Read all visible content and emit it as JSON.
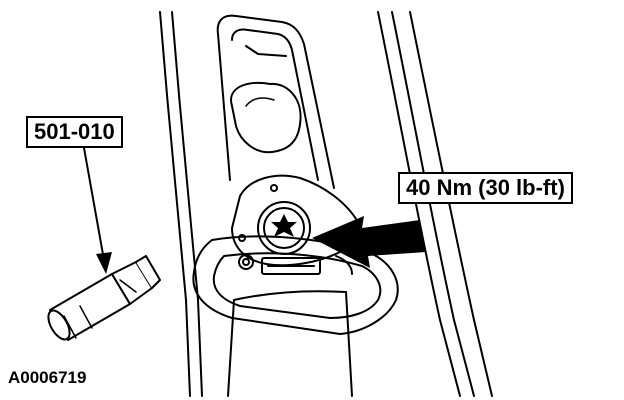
{
  "callouts": {
    "tool_number": "501-010",
    "torque_spec": "40 Nm (30 lb-ft)"
  },
  "figure_id": "A0006719",
  "icons": [
    "torx-bit-socket-icon",
    "torx-bolt-icon",
    "seat-belt-anchor-icon",
    "pointer-arrow-icon"
  ],
  "colors": {
    "line": "#000000",
    "background": "#ffffff"
  }
}
